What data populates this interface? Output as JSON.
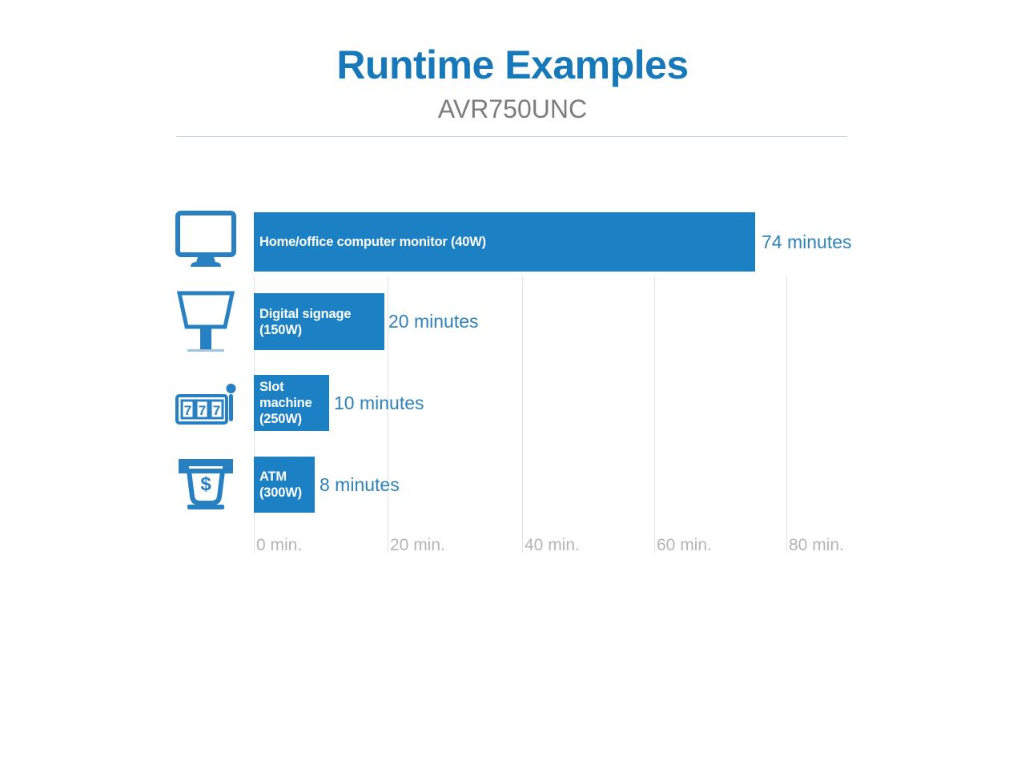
{
  "header": {
    "title": "Runtime Examples",
    "subtitle": "AVR750UNC",
    "title_color": "#1779ba",
    "subtitle_color": "#7d7d7d",
    "rule_color": "#bcd4e4"
  },
  "chart_data": {
    "type": "bar",
    "orientation": "horizontal",
    "title": "Runtime Examples",
    "subtitle": "AVR750UNC",
    "xlabel": "",
    "ylabel": "",
    "xlim": [
      0,
      80
    ],
    "grid": true,
    "legend": false,
    "bar_color": "#1b80c4",
    "value_label_color": "#2c82b9",
    "categories": [
      "Home/office computer monitor (40W)",
      "Digital signage (150W)",
      "Slot machine (250W)",
      "ATM (300W)"
    ],
    "values": [
      74,
      20,
      10,
      8
    ],
    "value_labels": [
      "74 minutes",
      "20 minutes",
      "10 minutes",
      "8 minutes"
    ],
    "units": "minutes",
    "tick_labels": [
      "0 min.",
      "20 min.",
      "40 min.",
      "60 min.",
      "80 min."
    ],
    "tick_values": [
      0,
      20,
      40,
      60,
      80
    ]
  },
  "rows": [
    {
      "label": "Home/office computer monitor (40W)",
      "value_label": "74 minutes",
      "icon": "monitor-icon"
    },
    {
      "label": "Digital signage\n(150W)",
      "value_label": "20 minutes",
      "icon": "digital-signage-icon"
    },
    {
      "label": "Slot\nmachine\n(250W)",
      "value_label": "10 minutes",
      "icon": "slot-machine-icon"
    },
    {
      "label": "ATM\n(300W)",
      "value_label": "8 minutes",
      "icon": "atm-icon"
    }
  ],
  "axis": {
    "ticks": [
      {
        "label": "0 min."
      },
      {
        "label": "20 min."
      },
      {
        "label": "40 min."
      },
      {
        "label": "60 min."
      },
      {
        "label": "80 min."
      }
    ]
  }
}
